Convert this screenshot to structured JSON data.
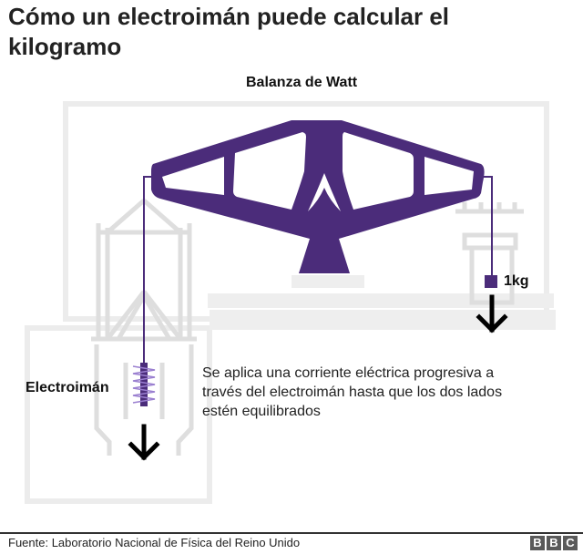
{
  "title": "Cómo un electroimán puede calcular el kilogramo",
  "diagram": {
    "heading": "Balanza de Watt",
    "mass_label": "1kg",
    "electromagnet_label": "Electroimán",
    "description": "Se aplica una corriente eléctrica progresiva a través del electroimán hasta que los dos lados estén equilibrados",
    "colors": {
      "beam": "#4b2c7a",
      "coil": "#9a7fd0",
      "background_structure": "#e6e6e6",
      "arrow": "#000000"
    }
  },
  "footer": {
    "source": "Fuente: Laboratorio Nacional de Física del Reino Unido",
    "logo_letters": [
      "B",
      "B",
      "C"
    ]
  }
}
